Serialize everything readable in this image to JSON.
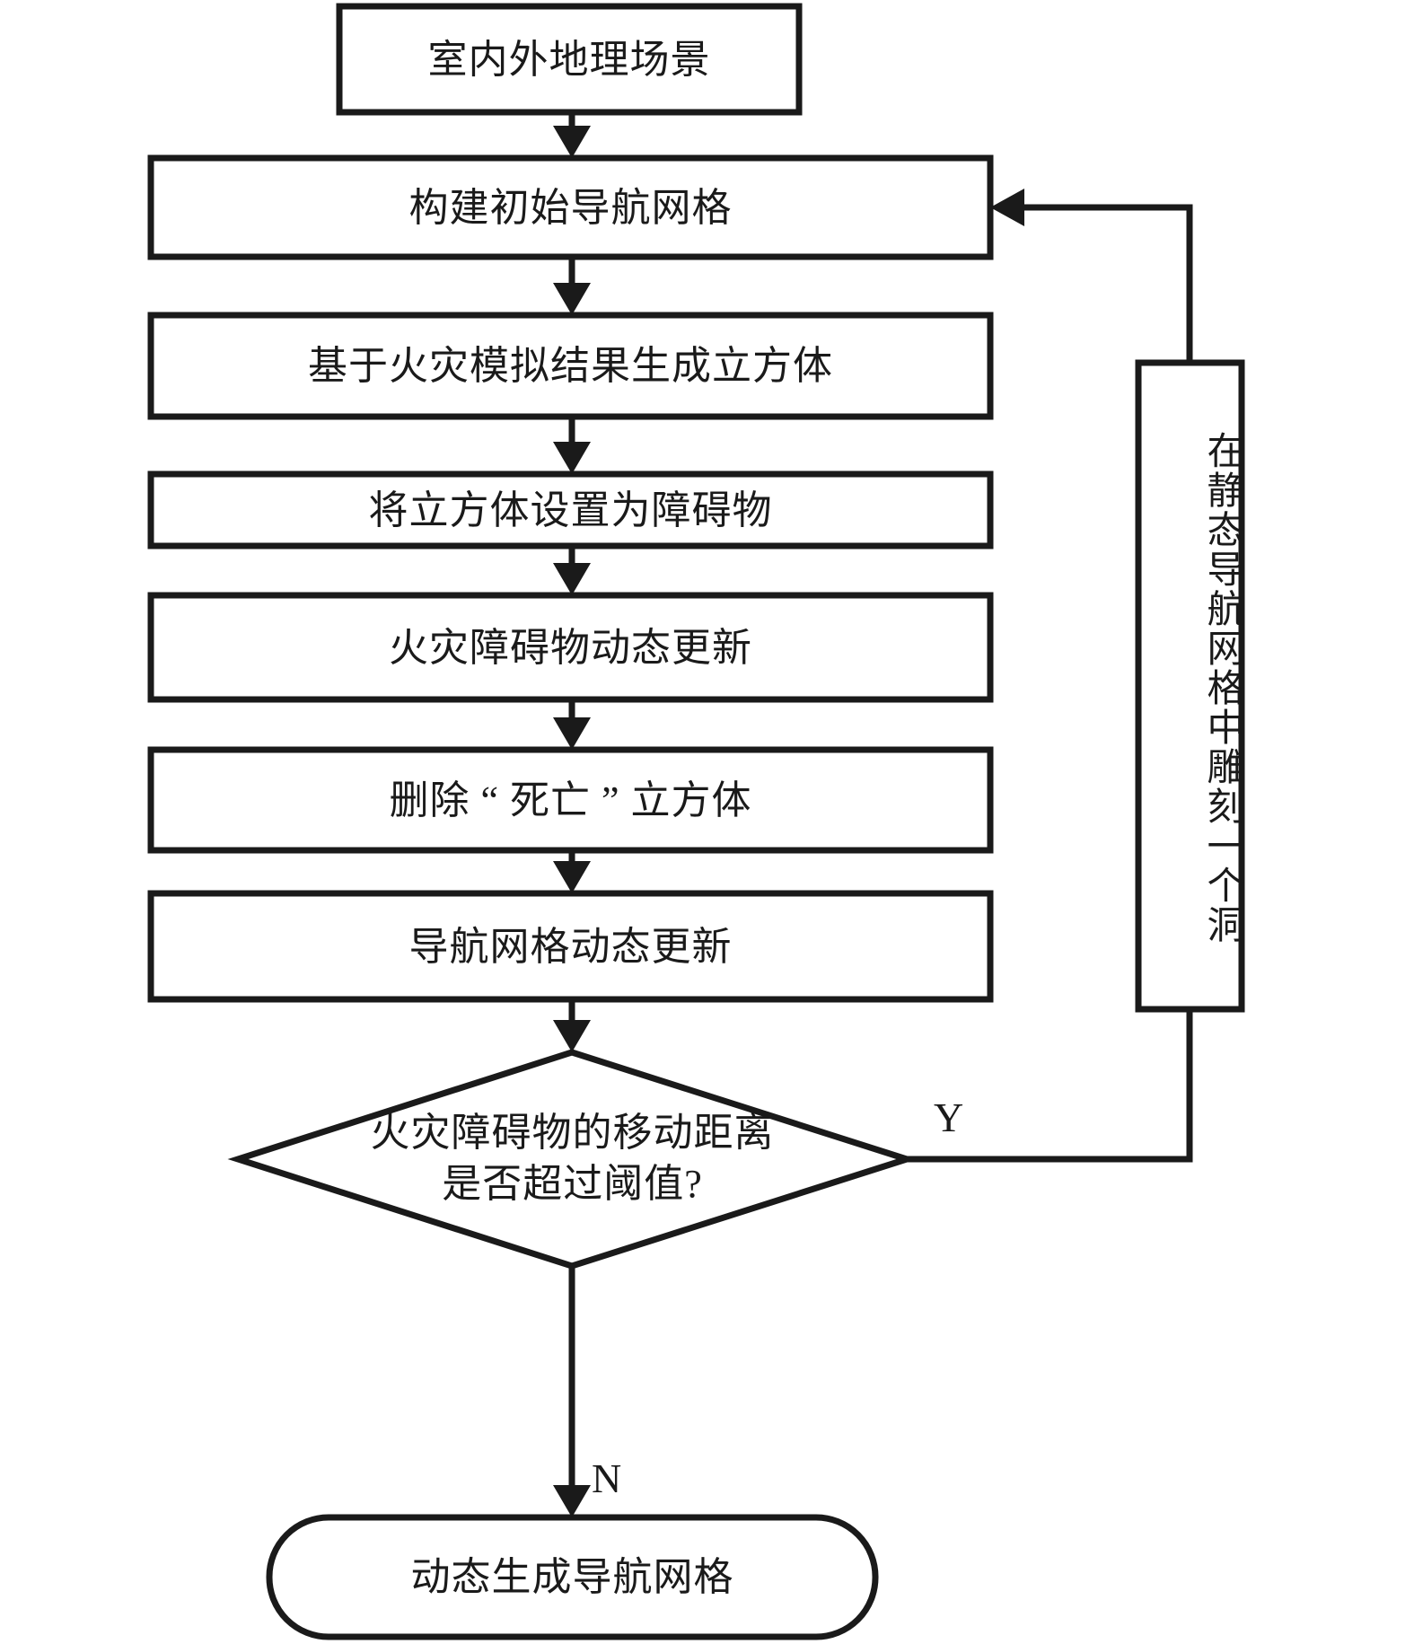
{
  "diagram": {
    "type": "flowchart",
    "orientation": "top-to-bottom",
    "language": "zh-CN",
    "colors": {
      "stroke": "#1a1a1a",
      "fill": "#ffffff",
      "background": "#ffffff"
    },
    "nodes": [
      {
        "id": "n1",
        "shape": "rect",
        "label": "室内外地理场景"
      },
      {
        "id": "n2",
        "shape": "rect",
        "label": "构建初始导航网格"
      },
      {
        "id": "n3",
        "shape": "rect",
        "label": "基于火灾模拟结果生成立方体"
      },
      {
        "id": "n4",
        "shape": "rect",
        "label": "将立方体设置为障碍物"
      },
      {
        "id": "n5",
        "shape": "rect",
        "label": "火灾障碍物动态更新"
      },
      {
        "id": "n6",
        "shape": "rect",
        "label": "删除 “ 死亡 ” 立方体"
      },
      {
        "id": "n7",
        "shape": "rect",
        "label": "导航网格动态更新"
      },
      {
        "id": "n8",
        "shape": "diamond",
        "label": "火灾障碍物的移动距离\n是否超过阈值?"
      },
      {
        "id": "n9",
        "shape": "stadium",
        "label": "动态生成导航网格"
      },
      {
        "id": "n10",
        "shape": "rect-vertical",
        "label": "在静态导航网格中雕刻一个洞"
      }
    ],
    "edges": [
      {
        "from": "n1",
        "to": "n2",
        "label": ""
      },
      {
        "from": "n2",
        "to": "n3",
        "label": ""
      },
      {
        "from": "n3",
        "to": "n4",
        "label": ""
      },
      {
        "from": "n4",
        "to": "n5",
        "label": ""
      },
      {
        "from": "n5",
        "to": "n6",
        "label": ""
      },
      {
        "from": "n6",
        "to": "n7",
        "label": ""
      },
      {
        "from": "n7",
        "to": "n8",
        "label": ""
      },
      {
        "from": "n8",
        "to": "n10",
        "label": "Y"
      },
      {
        "from": "n10",
        "to": "n2",
        "label": ""
      },
      {
        "from": "n8",
        "to": "n9",
        "label": "N"
      }
    ],
    "edge_labels": {
      "yes": "Y",
      "no": "N"
    }
  }
}
